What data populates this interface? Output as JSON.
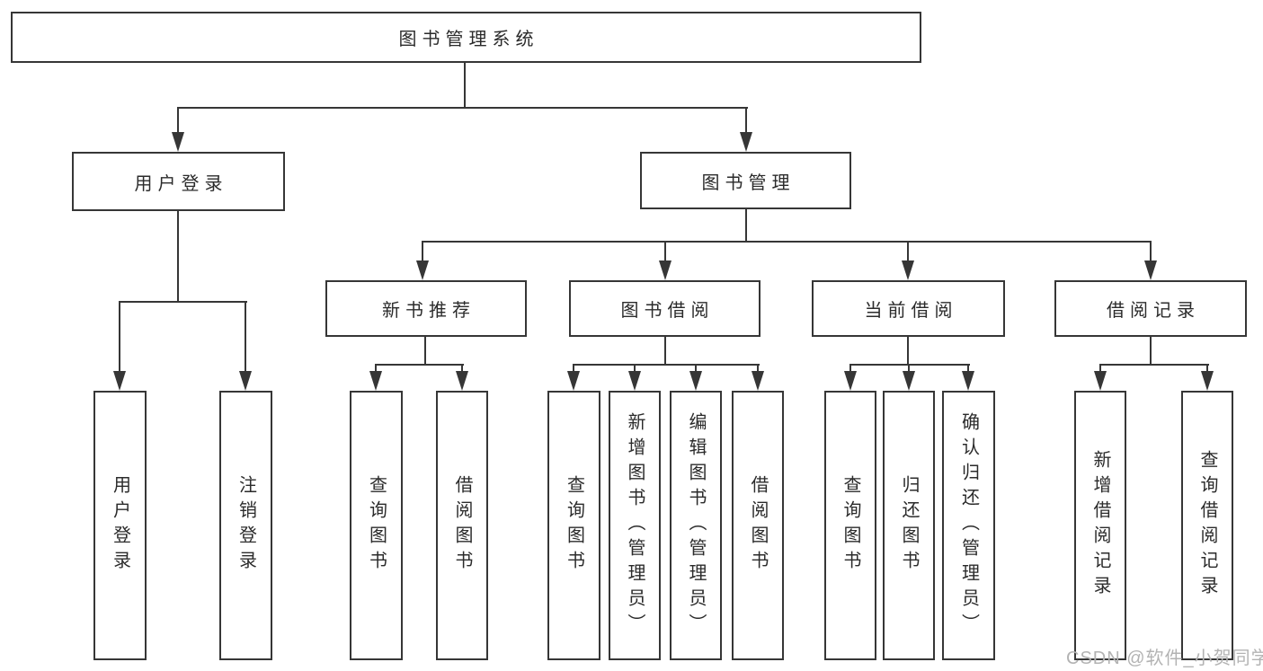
{
  "diagram": {
    "title": "图书管理系统",
    "root": {
      "label": "图书管理系统"
    },
    "level2": [
      {
        "label": "用户登录"
      },
      {
        "label": "图书管理"
      }
    ],
    "level3": [
      {
        "label": "新书推荐"
      },
      {
        "label": "图书借阅"
      },
      {
        "label": "当前借阅"
      },
      {
        "label": "借阅记录"
      }
    ],
    "leaves": [
      {
        "label": "用户登录"
      },
      {
        "label": "注销登录"
      },
      {
        "label": "查询图书"
      },
      {
        "label": "借阅图书"
      },
      {
        "label": "查询图书"
      },
      {
        "label": "新增图书（管理员）"
      },
      {
        "label": "编辑图书（管理员）"
      },
      {
        "label": "借阅图书"
      },
      {
        "label": "查询图书"
      },
      {
        "label": "归还图书"
      },
      {
        "label": "确认归还（管理员）"
      },
      {
        "label": "新增借阅记录"
      },
      {
        "label": "查询借阅记录"
      }
    ],
    "colors": {
      "line": "#363636",
      "text": "#2b2b2b",
      "background": "#ffffff",
      "watermark": "#b3b3b3"
    }
  },
  "watermark": {
    "text": "CSDN @软件_小贺同学"
  }
}
